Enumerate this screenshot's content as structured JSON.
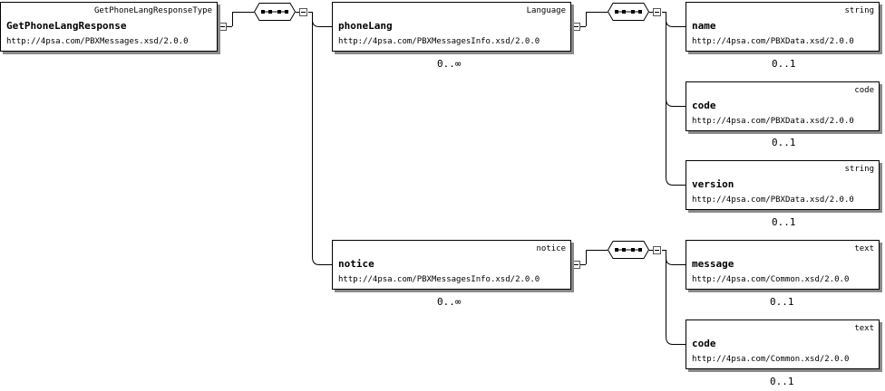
{
  "root": {
    "type": "GetPhoneLangResponseType",
    "name": "GetPhoneLangResponse",
    "ns": "http://4psa.com/PBXMessages.xsd/2.0.0"
  },
  "phoneLang": {
    "type": "Language",
    "name": "phoneLang",
    "ns": "http://4psa.com/PBXMessagesInfo.xsd/2.0.0",
    "cardinality": "0..∞"
  },
  "notice": {
    "type": "notice",
    "name": "notice",
    "ns": "http://4psa.com/PBXMessagesInfo.xsd/2.0.0",
    "cardinality": "0..∞"
  },
  "name_el": {
    "type": "string",
    "name": "name",
    "ns": "http://4psa.com/PBXData.xsd/2.0.0",
    "cardinality": "0..1"
  },
  "code_el": {
    "type": "code",
    "name": "code",
    "ns": "http://4psa.com/PBXData.xsd/2.0.0",
    "cardinality": "0..1"
  },
  "version_el": {
    "type": "string",
    "name": "version",
    "ns": "http://4psa.com/PBXData.xsd/2.0.0",
    "cardinality": "0..1"
  },
  "message_el": {
    "type": "text",
    "name": "message",
    "ns": "http://4psa.com/Common.xsd/2.0.0",
    "cardinality": "0..1"
  },
  "code2_el": {
    "type": "text",
    "name": "code",
    "ns": "http://4psa.com/Common.xsd/2.0.0",
    "cardinality": "0..1"
  }
}
